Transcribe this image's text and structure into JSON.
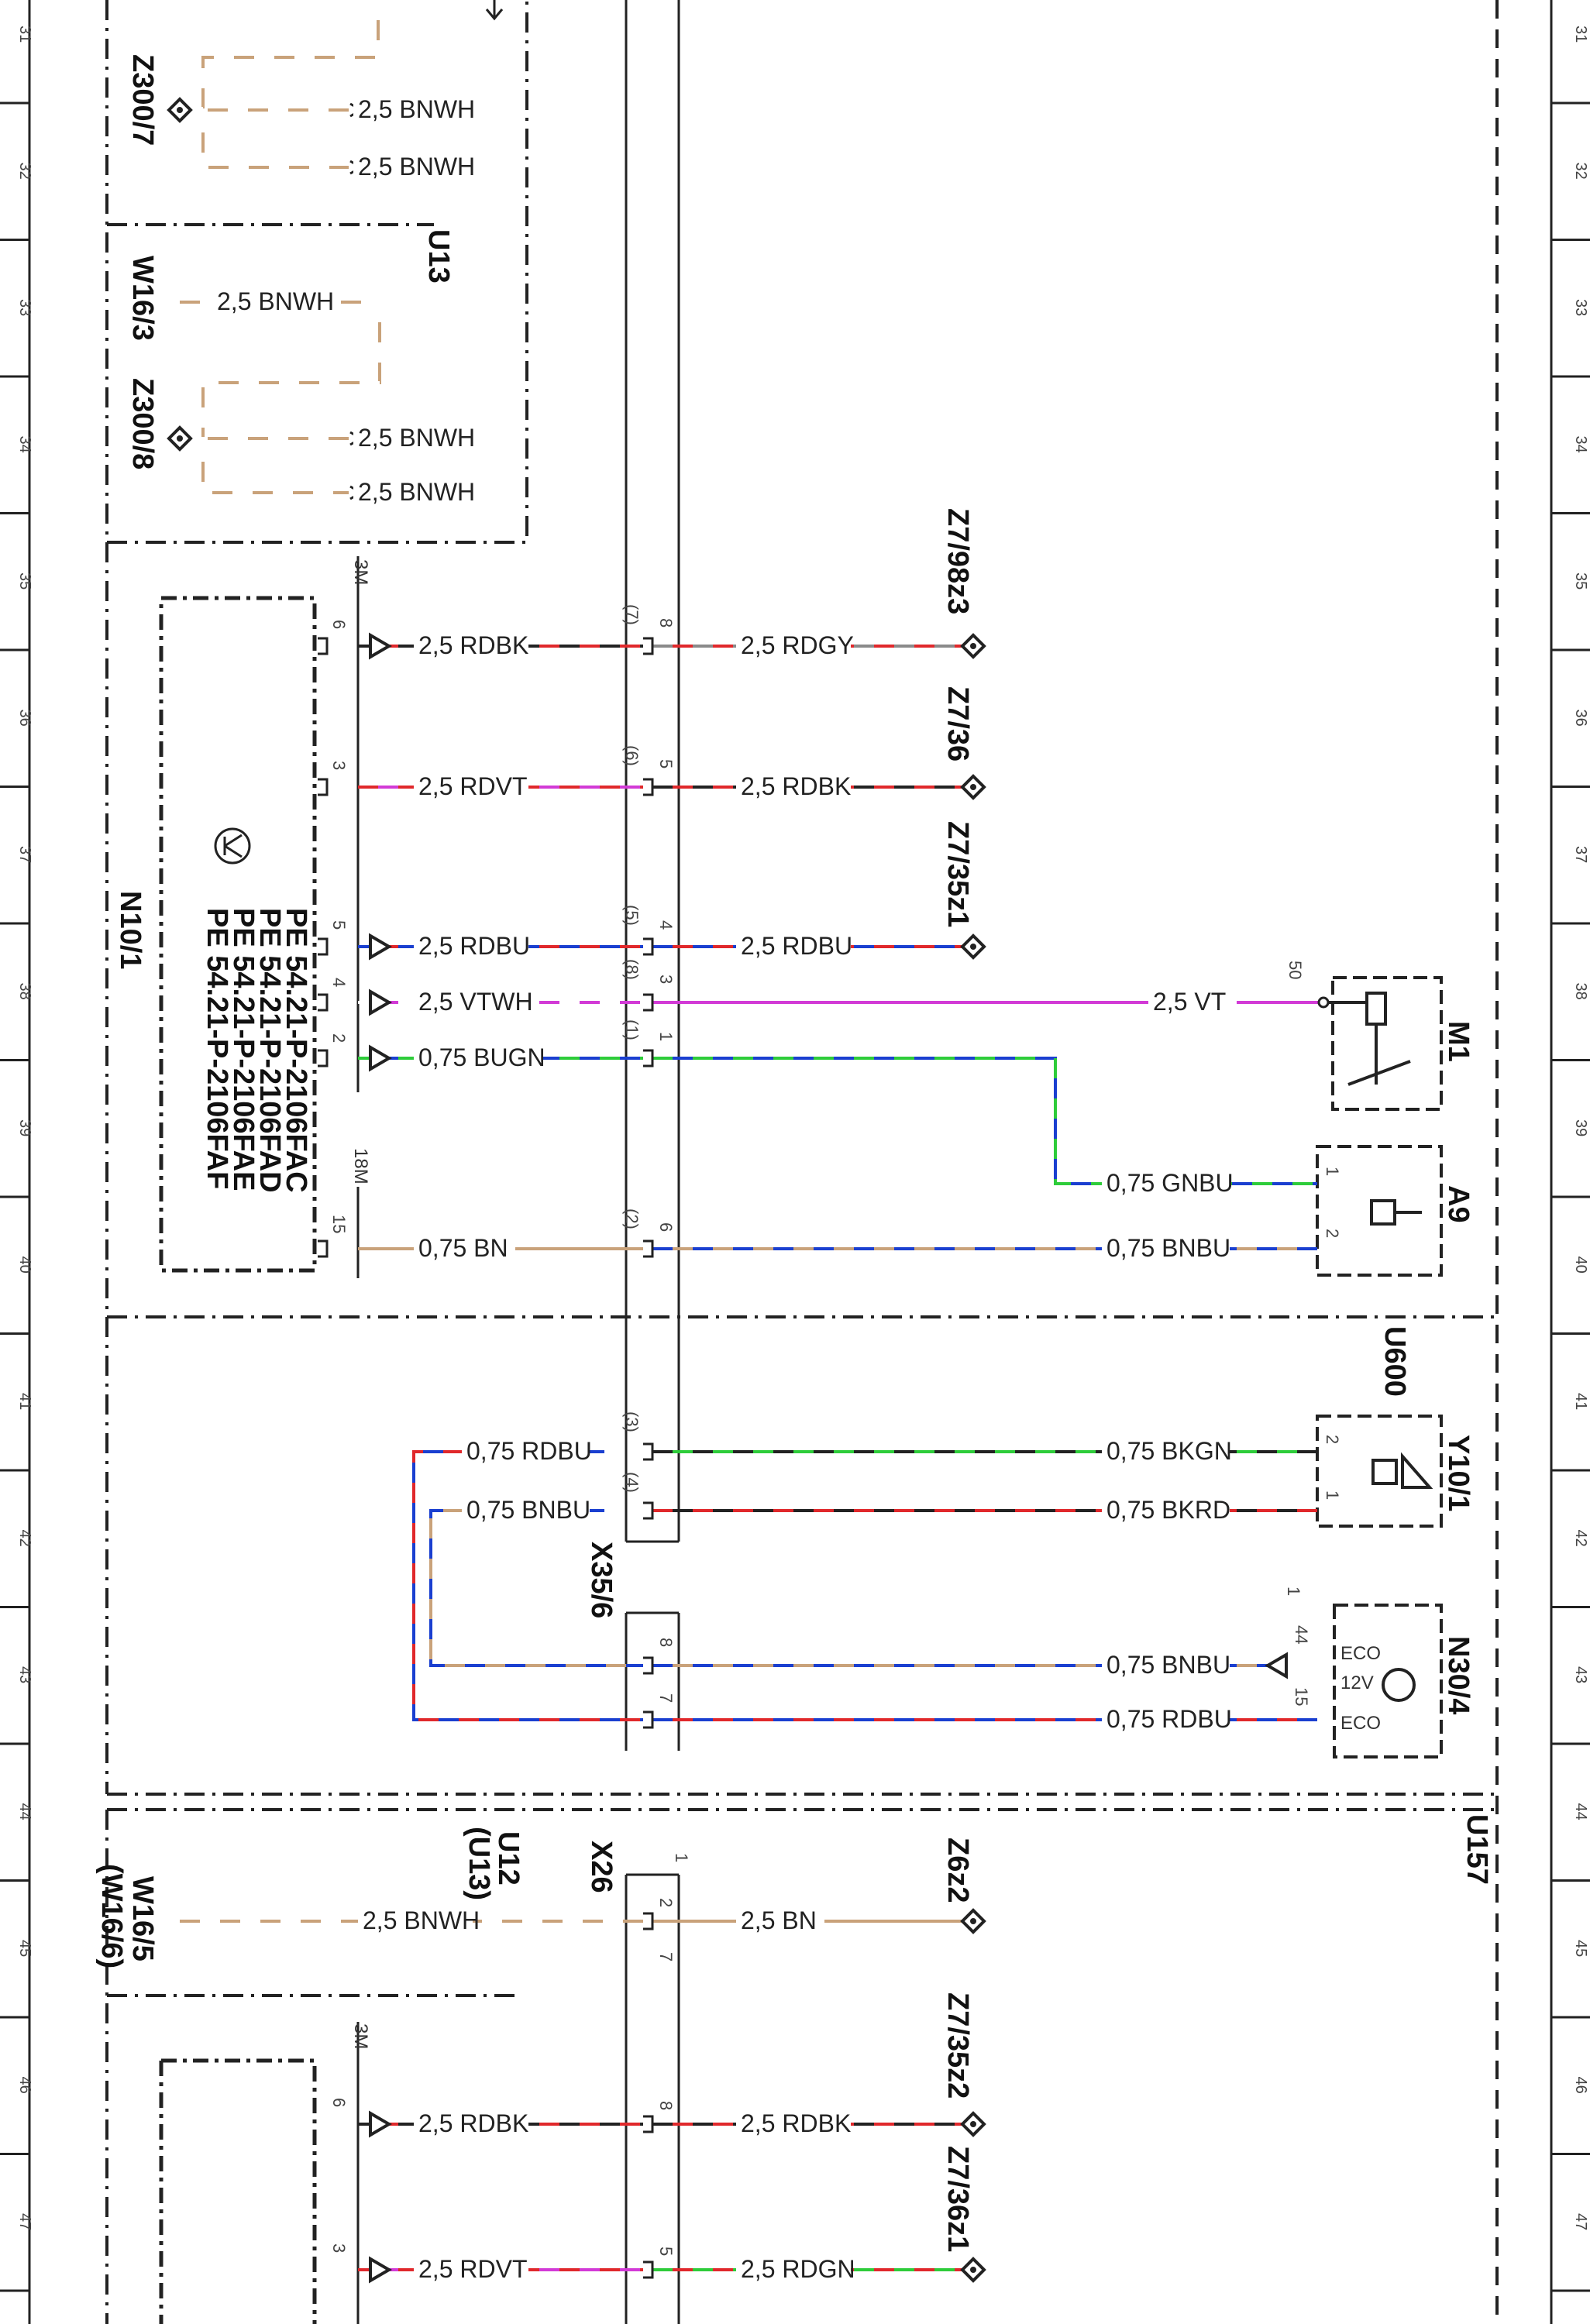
{
  "diagram": {
    "ruler_numbers": [
      "31",
      "32",
      "33",
      "34",
      "35",
      "36",
      "37",
      "38",
      "39",
      "40",
      "41",
      "42",
      "43",
      "44",
      "45",
      "46",
      "47"
    ],
    "units": {
      "u13": "U13",
      "u600": "U600",
      "u157": "U157",
      "u12_line1": "U12",
      "u12_line2": "(U13)"
    },
    "components": {
      "z300_7": "Z300/7",
      "z300_8": "Z300/8",
      "w16_3": "W16/3",
      "w16_5": "W16/5",
      "w16_6": "(W16/6)",
      "n10_1": "N10/1",
      "m1": "M1",
      "a9": "A9",
      "y10_1": "Y10/1",
      "n30_4": "N30/4",
      "x35_6": "X35/6",
      "x26": "X26",
      "z7_98z3": "Z7/98z3",
      "z7_36": "Z7/36",
      "z7_35z1": "Z7/35z1",
      "z6z2": "Z6z2",
      "z7_35z2": "Z7/35z2",
      "z7_36z1": "Z7/36z1"
    },
    "connector_tags": {
      "c3m_a": "3M",
      "c18m": "18M",
      "c3m_b": "3M"
    },
    "pe_refs": [
      "PE 54.21-P-2106FAC",
      "PE 54.21-P-2106FAD",
      "PE 54.21-P-2106FAE",
      "PE 54.21-P-2106FAF"
    ],
    "n30_labels": {
      "eco_top": "ECO",
      "v12": "12V",
      "eco_bottom": "ECO"
    },
    "wire_labels": {
      "z300_7_out1": "2,5 BNWH",
      "z300_7_out2": "2,5 BNWH",
      "w16_3_wire": "2,5 BNWH",
      "z300_8_out1": "2,5 BNWH",
      "z300_8_out2": "2,5 BNWH",
      "n10_pin6": "2,5 RDBK",
      "n10_pin3": "2,5 RDVT",
      "n10_pin5": "2,5 RDBU",
      "n10_pin4": "2,5 VTWH",
      "n10_pin2": "0,75 BUGN",
      "n10_pin15": "0,75 BN",
      "z7_98z3_wire": "2,5 RDGY",
      "z7_36_wire": "2,5 RDBK",
      "z7_35z1_wire": "2,5 RDBU",
      "m1_wire": "2,5 VT",
      "a9_pin1": "0,75 GNBU",
      "a9_pin2": "0,75 BNBU",
      "x35_pin3_left": "0,75 RDBU",
      "x35_pin4_left": "0,75 BNBU",
      "y10_pin2": "0,75 BKGN",
      "y10_pin1": "0,75 BKRD",
      "n30_pin44": "0,75 BNBU",
      "n30_pin15": "0,75 RDBU",
      "w16_5_wire": "2,5 BNWH",
      "z6z2_wire": "2,5 BN",
      "n10b_pin6": "2,5 RDBK",
      "z7_35z2_wire": "2,5 RDBK",
      "n10b_pin3": "2,5 RDVT",
      "z7_36z1_wire": "2,5 RDGN"
    },
    "pins": {
      "n10_6": "6",
      "n10_3": "3",
      "n10_5": "5",
      "n10_4": "4",
      "n10_2": "2",
      "n10_15": "15",
      "x35_8": "8",
      "x35_7p": "(7)",
      "x35_5": "5",
      "x35_6p": "(6)",
      "x35_4": "4",
      "x35_5p": "(5)",
      "x35_3": "3",
      "x35_8p": "(8)",
      "x35_1": "1",
      "x35_1p": "(1)",
      "x35_6": "6",
      "x35_2p": "(2)",
      "x35_3p": "(3)",
      "x35_4p": "(4)",
      "x35b_8": "8",
      "x35b_7": "7",
      "m1_50": "50",
      "a9_1": "1",
      "a9_2": "2",
      "y10_2": "2",
      "y10_1": "1",
      "n30_1": "1",
      "n30_44": "44",
      "n30_15": "15",
      "x26_1": "1",
      "x26_2": "2",
      "x26_7": "7",
      "x26_8": "8",
      "x26_5": "5",
      "n10b_6": "6",
      "n10b_3": "3"
    },
    "colors": {
      "RD": "#e0282b",
      "BK": "#222222",
      "BU": "#1a3fd0",
      "GN": "#2ecc3a",
      "VT": "#d23ad6",
      "BN": "#c9a27a",
      "WH": "#ffffff",
      "GY": "#8a8a8a"
    }
  }
}
